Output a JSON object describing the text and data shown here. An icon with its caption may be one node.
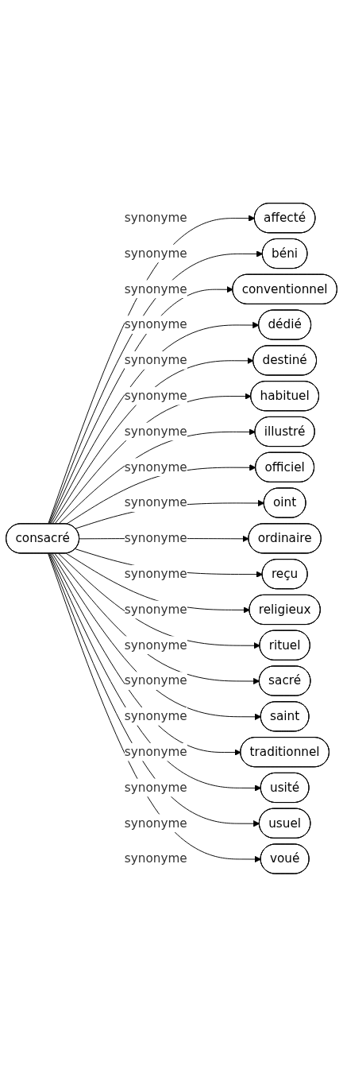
{
  "diagram": {
    "nodes": [
      {
        "text": [
          "consacré"
        ]
      },
      {
        "text": [
          "affecté"
        ]
      },
      {
        "text": [
          "béni"
        ]
      },
      {
        "text": [
          "conventionnel"
        ]
      },
      {
        "text": [
          "dédié"
        ]
      },
      {
        "text": [
          "destiné"
        ]
      },
      {
        "text": [
          "habituel"
        ]
      },
      {
        "text": [
          "illustré"
        ]
      },
      {
        "text": [
          "officiel"
        ]
      },
      {
        "text": [
          "oint"
        ]
      },
      {
        "text": [
          "ordinaire"
        ]
      },
      {
        "text": [
          "reçu"
        ]
      },
      {
        "text": [
          "religieux"
        ]
      },
      {
        "text": [
          "rituel"
        ]
      },
      {
        "text": [
          "sacré"
        ]
      },
      {
        "text": [
          "saint"
        ]
      },
      {
        "text": [
          "traditionnel"
        ]
      },
      {
        "text": [
          "usité"
        ]
      },
      {
        "text": [
          "usuel"
        ]
      },
      {
        "text": [
          "voué"
        ]
      }
    ],
    "edges": [
      {
        "from": 0,
        "to": 1,
        "arrow": "to",
        "label": "synonyme"
      },
      {
        "from": 0,
        "to": 2,
        "arrow": "to",
        "label": "synonyme"
      },
      {
        "from": 0,
        "to": 3,
        "arrow": "to",
        "label": "synonyme"
      },
      {
        "from": 0,
        "to": 4,
        "arrow": "to",
        "label": "synonyme"
      },
      {
        "from": 0,
        "to": 5,
        "arrow": "to",
        "label": "synonyme"
      },
      {
        "from": 0,
        "to": 6,
        "arrow": "to",
        "label": "synonyme"
      },
      {
        "from": 0,
        "to": 7,
        "arrow": "to",
        "label": "synonyme"
      },
      {
        "from": 0,
        "to": 8,
        "arrow": "to",
        "label": "synonyme"
      },
      {
        "from": 0,
        "to": 9,
        "arrow": "to",
        "label": "synonyme"
      },
      {
        "from": 0,
        "to": 10,
        "arrow": "to",
        "label": "synonyme"
      },
      {
        "from": 0,
        "to": 11,
        "arrow": "to",
        "label": "synonyme"
      },
      {
        "from": 0,
        "to": 12,
        "arrow": "to",
        "label": "synonyme"
      },
      {
        "from": 0,
        "to": 13,
        "arrow": "to",
        "label": "synonyme"
      },
      {
        "from": 0,
        "to": 14,
        "arrow": "to",
        "label": "synonyme"
      },
      {
        "from": 0,
        "to": 15,
        "arrow": "to",
        "label": "synonyme"
      },
      {
        "from": 0,
        "to": 16,
        "arrow": "to",
        "label": "synonyme"
      },
      {
        "from": 0,
        "to": 17,
        "arrow": "to",
        "label": "synonyme"
      },
      {
        "from": 0,
        "to": 18,
        "arrow": "to",
        "label": "synonyme"
      },
      {
        "from": 0,
        "to": 19,
        "arrow": "to",
        "label": "synonyme"
      }
    ]
  }
}
